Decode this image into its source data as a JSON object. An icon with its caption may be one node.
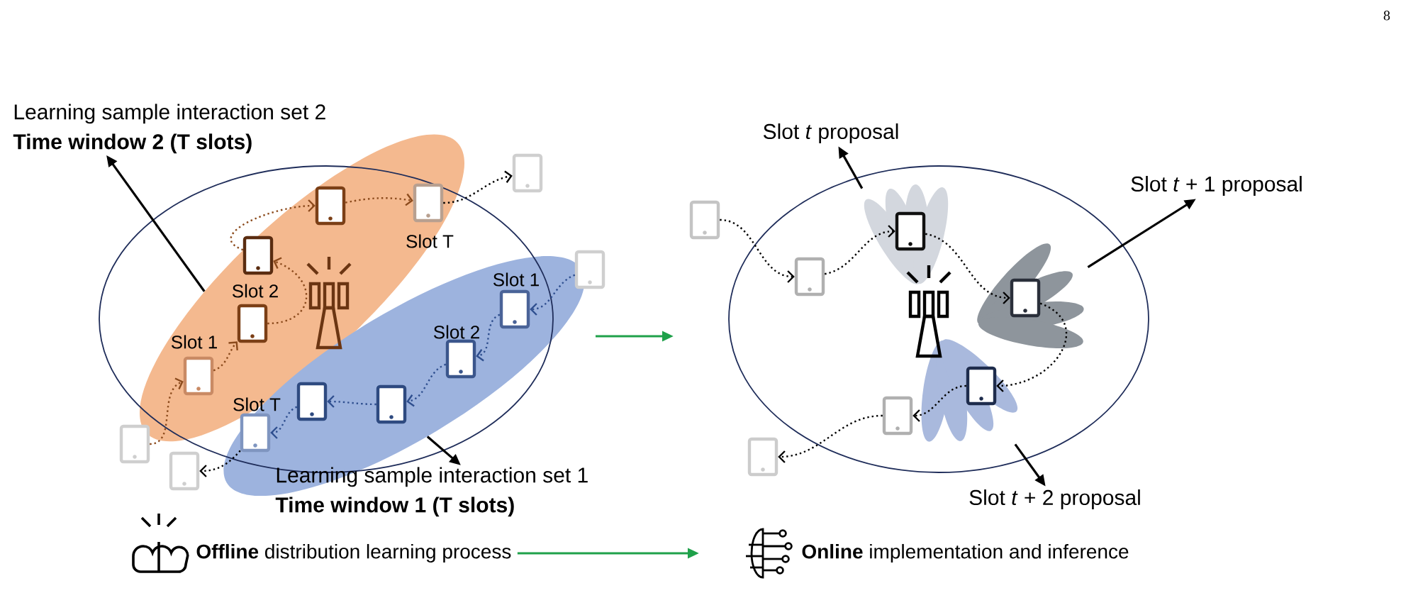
{
  "diagram": {
    "nodes": [
      {
        "text": [],
        "shape": "ellipse"
      },
      {
        "text": [],
        "shape": "ellipse"
      },
      {
        "text": [
          "Learning sample interaction set 2",
          "Time window 2 (T slots)"
        ]
      },
      {
        "text": [
          "Learning sample interaction set 1",
          "Time window 1 (T slots)"
        ]
      },
      {
        "text": [],
        "shape": "phone"
      },
      {
        "text": [],
        "shape": "phone",
        "beside": [
          "Slot 1"
        ],
        "in": 0
      },
      {
        "text": [],
        "shape": "phone",
        "beside": [
          "Slot 2"
        ],
        "in": 0
      },
      {
        "text": [],
        "shape": "phone",
        "in": 0
      },
      {
        "text": [],
        "shape": "phone",
        "in": 0
      },
      {
        "text": [],
        "shape": "phone",
        "beside": [
          "Slot T"
        ],
        "in": 0
      },
      {
        "text": [],
        "shape": "phone"
      },
      {
        "text": [],
        "shape": "phone"
      },
      {
        "text": [],
        "shape": "phone",
        "beside": [
          "Slot 1"
        ],
        "in": 1
      },
      {
        "text": [],
        "shape": "phone",
        "beside": [
          "Slot 2"
        ],
        "in": 1
      },
      {
        "text": [],
        "shape": "phone",
        "in": 1
      },
      {
        "text": [],
        "shape": "phone",
        "in": 1
      },
      {
        "text": [],
        "shape": "phone",
        "beside": [
          "Slot T"
        ],
        "in": 1
      },
      {
        "text": [],
        "shape": "phone"
      },
      {
        "text": [],
        "shape": "beam"
      },
      {
        "text": [],
        "shape": "beam"
      },
      {
        "text": [],
        "shape": "beam"
      },
      {
        "text": [
          "Slot *t* proposal"
        ]
      },
      {
        "text": [
          "Slot *t* + 1 proposal"
        ]
      },
      {
        "text": [
          "Slot *t* + 2 proposal"
        ]
      },
      {
        "text": [],
        "shape": "phone"
      },
      {
        "text": [],
        "shape": "phone"
      },
      {
        "text": [],
        "shape": "phone",
        "in": 18
      },
      {
        "text": [],
        "shape": "phone",
        "in": 19
      },
      {
        "text": [],
        "shape": "phone",
        "in": 20
      },
      {
        "text": [],
        "shape": "phone"
      },
      {
        "text": [],
        "shape": "phone"
      },
      {
        "text": [
          "**Offline** distribution learning process"
        ]
      },
      {
        "text": [
          "**Online** implementation and inference"
        ]
      }
    ],
    "edges": [
      {
        "from": 0,
        "to": 2,
        "arrow": "to"
      },
      {
        "from": 1,
        "to": 3,
        "arrow": "to"
      },
      {
        "from": 18,
        "to": 21,
        "arrow": "to"
      },
      {
        "from": 19,
        "to": 22,
        "arrow": "to"
      },
      {
        "from": 20,
        "to": 23,
        "arrow": "to"
      },
      {
        "from": 4,
        "to": 5,
        "arrow": "to",
        "style": "dashed",
        "color": "#8b4a1c"
      },
      {
        "from": 5,
        "to": 6,
        "arrow": "to",
        "style": "dashed",
        "color": "#8b4a1c"
      },
      {
        "from": 6,
        "to": 7,
        "arrow": "to",
        "style": "dashed",
        "color": "#8b4a1c"
      },
      {
        "from": 7,
        "to": 8,
        "arrow": "to",
        "style": "dashed",
        "color": "#8b4a1c"
      },
      {
        "from": 8,
        "to": 9,
        "arrow": "to",
        "style": "dashed",
        "color": "#8b4a1c"
      },
      {
        "from": 9,
        "to": 10,
        "arrow": "to",
        "style": "dashed"
      },
      {
        "from": 11,
        "to": 12,
        "arrow": "to",
        "style": "dashed",
        "color": "#2f4f8f"
      },
      {
        "from": 12,
        "to": 13,
        "arrow": "to",
        "style": "dashed",
        "color": "#2f4f8f"
      },
      {
        "from": 13,
        "to": 15,
        "arrow": "to",
        "style": "dashed",
        "color": "#2f4f8f"
      },
      {
        "from": 15,
        "to": 14,
        "arrow": "to",
        "style": "dashed",
        "color": "#2f4f8f"
      },
      {
        "from": 14,
        "to": 16,
        "arrow": "to",
        "style": "dashed",
        "color": "#2f4f8f"
      },
      {
        "from": 16,
        "to": 17,
        "arrow": "to",
        "style": "dashed"
      },
      {
        "from": 24,
        "to": 25,
        "arrow": "to",
        "style": "dashed"
      },
      {
        "from": 25,
        "to": 26,
        "arrow": "to",
        "style": "dashed"
      },
      {
        "from": 26,
        "to": 27,
        "arrow": "to",
        "style": "dashed"
      },
      {
        "from": 27,
        "to": 28,
        "arrow": "to",
        "style": "dashed"
      },
      {
        "from": 28,
        "to": 29,
        "arrow": "to",
        "style": "dashed"
      },
      {
        "from": 29,
        "to": 30,
        "arrow": "to",
        "style": "dashed"
      },
      {
        "from": 31,
        "to": 32,
        "arrow": "to",
        "color": "#1fa14a"
      }
    ],
    "labels": [
      "8"
    ]
  }
}
